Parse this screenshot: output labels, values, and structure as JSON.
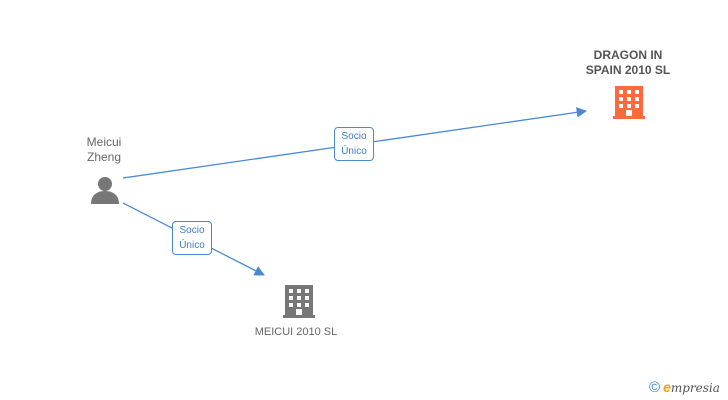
{
  "nodes": {
    "person": {
      "name_line1": "Meicui",
      "name_line2": "Zheng",
      "icon": "person-icon"
    },
    "dragon": {
      "name_line1": "DRAGON IN",
      "name_line2": "SPAIN 2010 SL",
      "icon": "building-icon",
      "color": "#ff6a3d"
    },
    "meicui": {
      "name": "MEICUI 2010 SL",
      "icon": "building-icon",
      "color": "#777777"
    }
  },
  "edges": [
    {
      "label_line1": "Socio",
      "label_line2": "Único",
      "from": "Meicui Zheng",
      "to": "DRAGON IN SPAIN 2010 SL"
    },
    {
      "label_line1": "Socio",
      "label_line2": "Único",
      "from": "Meicui Zheng",
      "to": "MEICUI 2010 SL"
    }
  ],
  "colors": {
    "edge": "#4a8ad2",
    "person": "#777777"
  },
  "footer": {
    "copyright": "©",
    "brand_e": "e",
    "brand_rest": "mpresia"
  }
}
